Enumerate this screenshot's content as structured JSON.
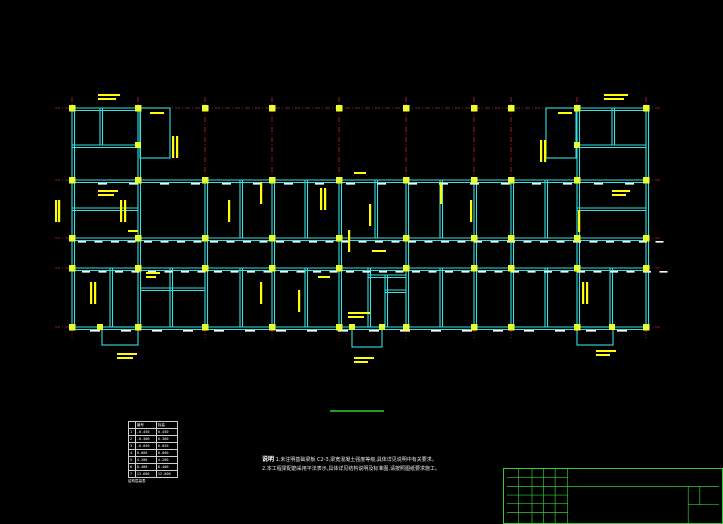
{
  "drawing": {
    "background": "#000000",
    "colors": {
      "axis": "#ff3030",
      "wall": "#38e0e0",
      "column": "#e8ff30",
      "label": "#ffff00",
      "tag": "#ffffff",
      "green": "#33cc33"
    }
  },
  "notes": {
    "title": "说明",
    "line1": "1.未注明基础梁板 C2-3,梁宽混凝土强度等级,具体详见说明中有关要求。",
    "line2": "2.本工程梁配筋采用平法表示,具体详见结构说明及标准图,请按照图纸要求施工。"
  },
  "legend": {
    "header": [
      "编号",
      "标高"
    ],
    "rows": [
      [
        "1",
        "-0.450",
        "0.450"
      ],
      [
        "2",
        "-0.300",
        "0.300"
      ],
      [
        "3",
        "-0.050",
        "0.050"
      ],
      [
        "4",
        "0.000",
        "0.000"
      ],
      [
        "5",
        "4.200",
        "4.200"
      ],
      [
        "6",
        "8.400",
        "8.400"
      ],
      [
        "7",
        "12.600",
        "12.600"
      ]
    ],
    "footer": "结构层高表"
  }
}
